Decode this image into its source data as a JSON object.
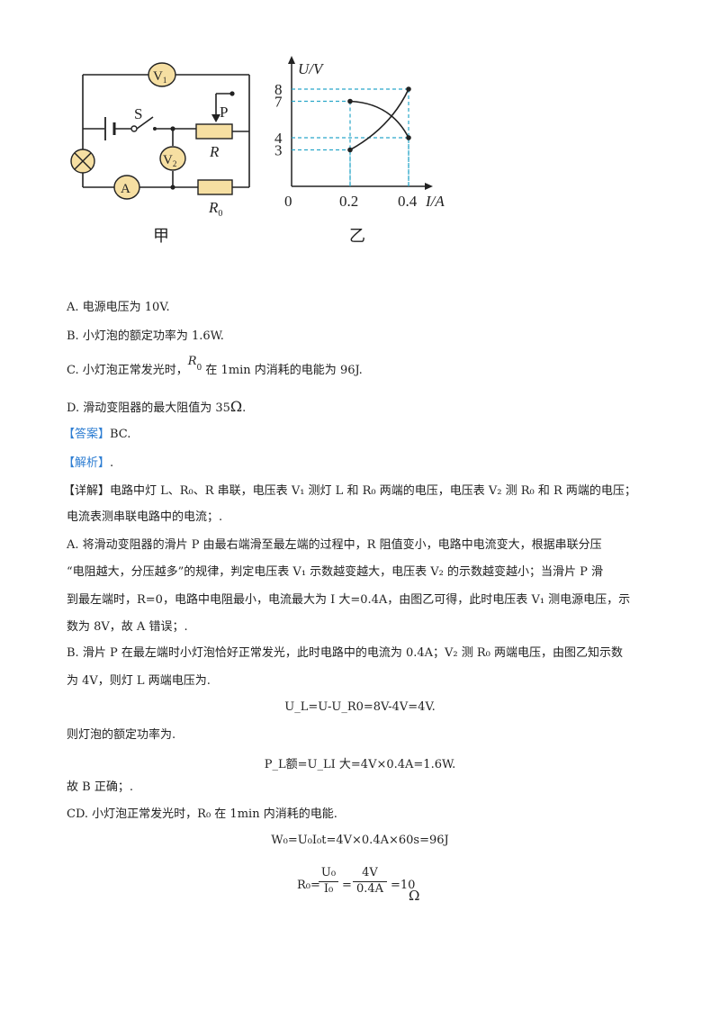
{
  "figure_jia": {
    "meter_v1": "V",
    "meter_v1_sub": "1",
    "switch": "S",
    "slider": "P",
    "resistor_r": "R",
    "meter_v2": "V",
    "meter_v2_sub": "2",
    "ammeter": "A",
    "resistor_r0": "R",
    "resistor_r0_sub": "0",
    "caption": "甲"
  },
  "figure_yi": {
    "ylabel": "U/V",
    "xlabel": "I/A",
    "caption": "乙",
    "origin": "0"
  },
  "chart_data": {
    "type": "line",
    "xlabel": "I/A",
    "ylabel": "U/V",
    "xticks": [
      "0.2",
      "0.4"
    ],
    "yticks": [
      "3",
      "4",
      "7",
      "8"
    ],
    "series": [
      {
        "x": [
          0.2,
          0.4
        ],
        "y": [
          7,
          4
        ]
      },
      {
        "x": [
          0.2,
          0.4
        ],
        "y": [
          3,
          8
        ]
      }
    ]
  },
  "options": {
    "a": "A.  电源电压为 10V.",
    "b": "B.  小灯泡的额定功率为 1.6W.",
    "c_pre": "C.  小灯泡正常发光时，",
    "c_r": "R",
    "c_sub": "0",
    "c_post": " 在 1min 内消耗的电能为 96J.",
    "d_pre": "D.  滑动变阻器的最大阻值为 35",
    "d_unit": "Ω",
    "d_post": "."
  },
  "answer": {
    "label": "【答案】",
    "text": "BC."
  },
  "analysis": {
    "label": "【解析】",
    "text": "."
  },
  "detail": {
    "line1": "【详解】电路中灯 L、R₀、R 串联，电压表 V₁ 测灯 L 和 R₀ 两端的电压，电压表 V₂ 测 R₀ 和 R 两端的电压；",
    "line2": "电流表测串联电路中的电流；."
  },
  "section_a": {
    "line1": "A.  将滑动变阻器的滑片 P 由最右端滑至最左端的过程中，R 阻值变小，电路中电流变大，根据串联分压",
    "line2": "“电阻越大，分压越多”的规律，判定电压表 V₁ 示数越变越大，电压表 V₂ 的示数越变越小；当滑片 P 滑",
    "line3": "到最左端时，R=0，电路中电阻最小，电流最大为 I 大=0.4A，由图乙可得，此时电压表 V₁ 测电源电压，示",
    "line4": "数为 8V，故 A 错误；."
  },
  "section_b": {
    "line1": "B.  滑片 P 在最左端时小灯泡恰好正常发光，此时电路中的电流为 0.4A；V₂ 测 R₀ 两端电压，由图乙知示数",
    "line2": "为 4V，则灯 L 两端电压为.",
    "eq1": "U_L=U-U_R0=8V-4V=4V.",
    "line3": "则灯泡的额定功率为.",
    "eq2": "P_L额=U_LI 大=4V×0.4A=1.6W.",
    "line4": "故 B 正确；."
  },
  "section_cd": {
    "line1": "CD.  小灯泡正常发光时，R₀ 在 1min 内消耗的电能.",
    "eq1": "W₀=U₀I₀t=4V×0.4A×60s=96J",
    "eq2_lhs": "R₀=",
    "eq2_num1": "U₀",
    "eq2_den1": "I₀",
    "eq2_num2": "4V",
    "eq2_den2": "0.4A",
    "eq2_rhs": "=10",
    "eq2_unit": "Ω"
  }
}
